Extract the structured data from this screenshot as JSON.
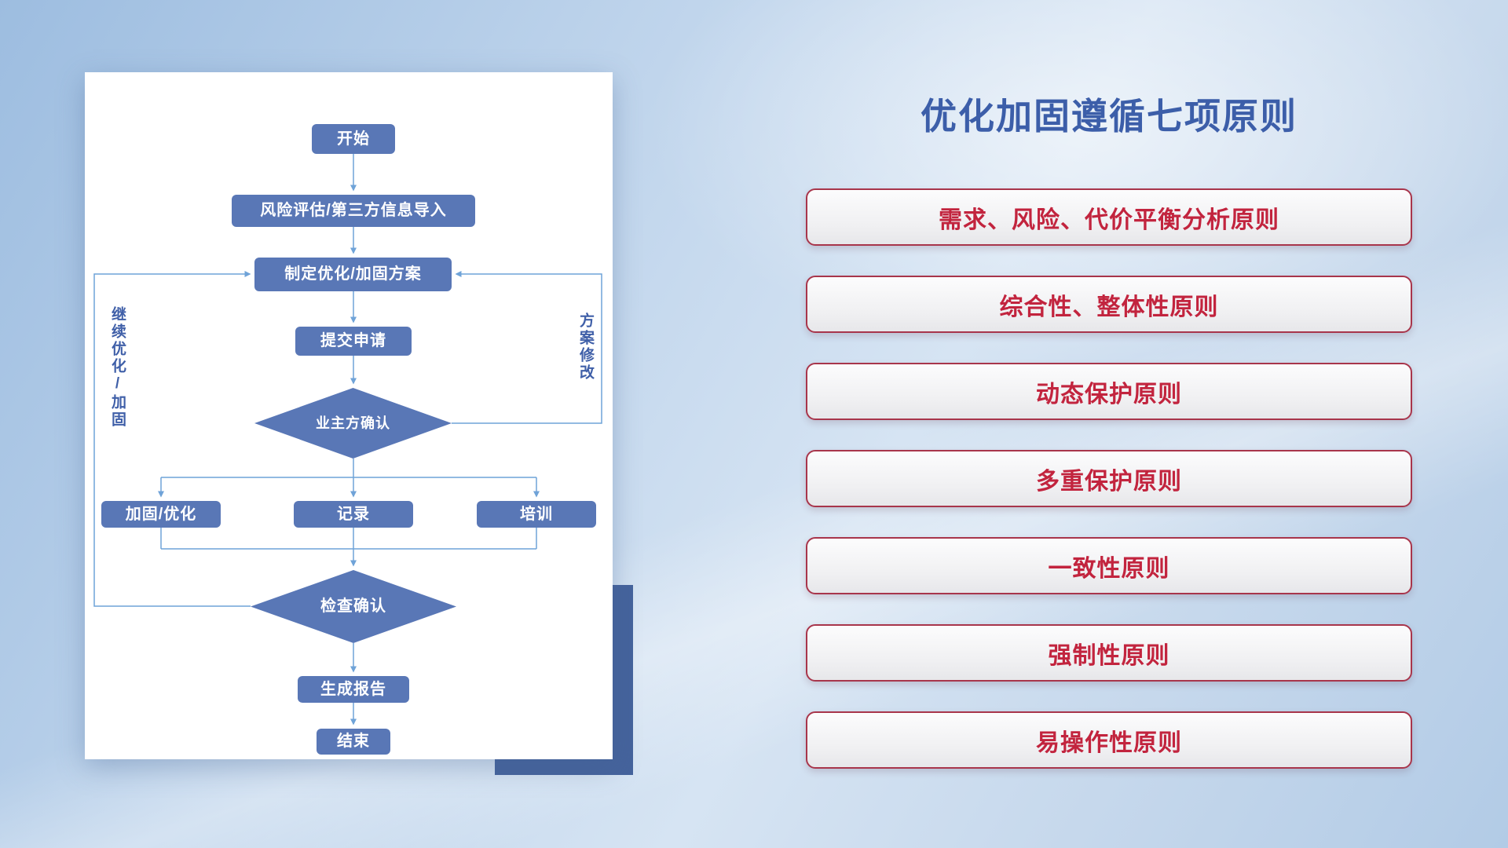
{
  "slide": {
    "title": "优化加固遵循七项原则"
  },
  "flowchart": {
    "nodes": {
      "start": "开始",
      "risk_import": "风险评估/第三方信息导入",
      "make_plan": "制定优化/加固方案",
      "submit": "提交申请",
      "owner_confirm": "业主方确认",
      "harden_optimize": "加固/优化",
      "record": "记录",
      "training": "培训",
      "check_confirm": "检查确认",
      "report": "生成报告",
      "end": "结束"
    },
    "loop_labels": {
      "continue_optimize": "继续优化/加固",
      "plan_revise": "方案修改"
    }
  },
  "principles": [
    "需求、风险、代价平衡分析原则",
    "综合性、整体性原则",
    "动态保护原则",
    "多重保护原则",
    "一致性原则",
    "强制性原则",
    "易操作性原则"
  ],
  "colors": {
    "node_blue": "#5977b6",
    "line_blue": "#6fa3d8",
    "title_blue": "#3c5ea9",
    "label_blue": "#3f5fa8",
    "principle_text": "#c2243e",
    "principle_border": "#a8354b",
    "accent_navy": "#45639c"
  }
}
